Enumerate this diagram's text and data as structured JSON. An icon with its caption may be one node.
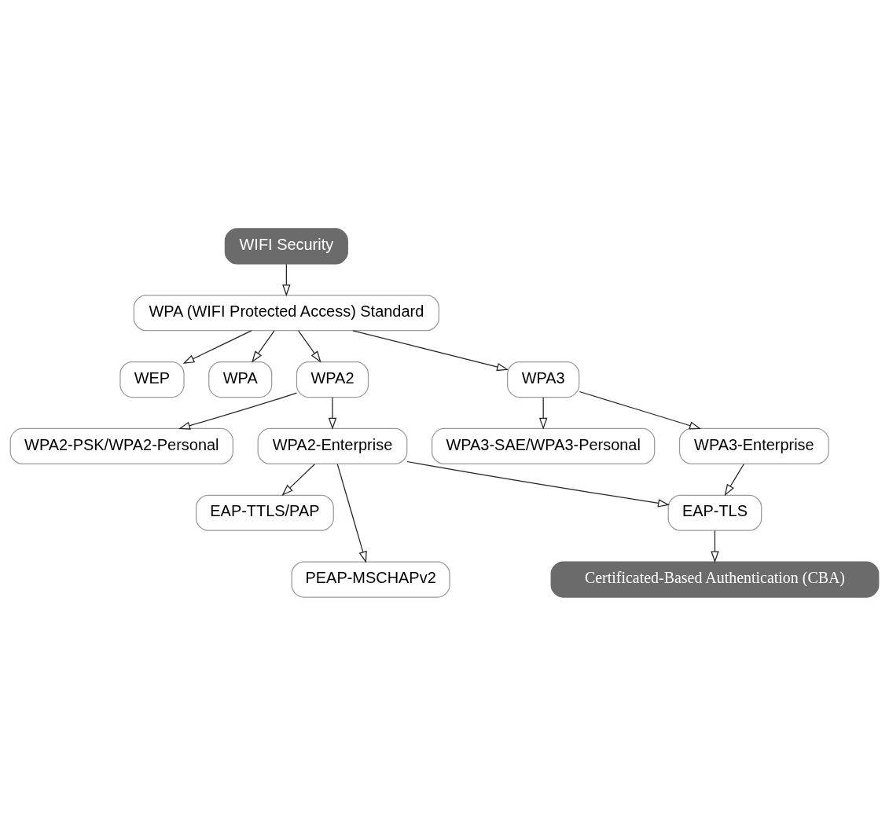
{
  "diagram": {
    "nodes": [
      {
        "text": [
          "WIFI Security"
        ]
      },
      {
        "text": [
          "WPA (WIFI Protected Access) Standard"
        ]
      },
      {
        "text": [
          "WEP"
        ]
      },
      {
        "text": [
          "WPA"
        ]
      },
      {
        "text": [
          "WPA2"
        ]
      },
      {
        "text": [
          "WPA3"
        ]
      },
      {
        "text": [
          "WPA2-PSK/WPA2-Personal"
        ]
      },
      {
        "text": [
          "WPA3-SAE/WPA3-Personal"
        ]
      },
      {
        "text": [
          "WPA2-Enterprise"
        ]
      },
      {
        "text": [
          "WPA3-Enterprise"
        ]
      },
      {
        "text": [
          "EAP-TTLS/PAP"
        ]
      },
      {
        "text": [
          "EAP-TLS"
        ]
      },
      {
        "text": [
          "PEAP-MSCHAPv2"
        ]
      },
      {
        "text": [
          "Certificated-Based Authentication (CBA)"
        ]
      }
    ],
    "edges": [
      {
        "from": 0,
        "to": 1,
        "arrow": "to"
      },
      {
        "from": 1,
        "to": 2,
        "arrow": "to"
      },
      {
        "from": 1,
        "to": 3,
        "arrow": "to"
      },
      {
        "from": 1,
        "to": 4,
        "arrow": "to"
      },
      {
        "from": 1,
        "to": 5,
        "arrow": "to"
      },
      {
        "from": 4,
        "to": 6,
        "arrow": "to"
      },
      {
        "from": 4,
        "to": 8,
        "arrow": "to"
      },
      {
        "from": 5,
        "to": 9,
        "arrow": "to"
      },
      {
        "from": 5,
        "to": 7,
        "arrow": "to"
      },
      {
        "from": 8,
        "to": 10,
        "arrow": "to"
      },
      {
        "from": 8,
        "to": 12,
        "arrow": "to"
      },
      {
        "from": 8,
        "to": 11,
        "arrow": "to"
      },
      {
        "from": 9,
        "to": 11,
        "arrow": "to"
      },
      {
        "from": 11,
        "to": 13,
        "arrow": "to"
      }
    ]
  }
}
